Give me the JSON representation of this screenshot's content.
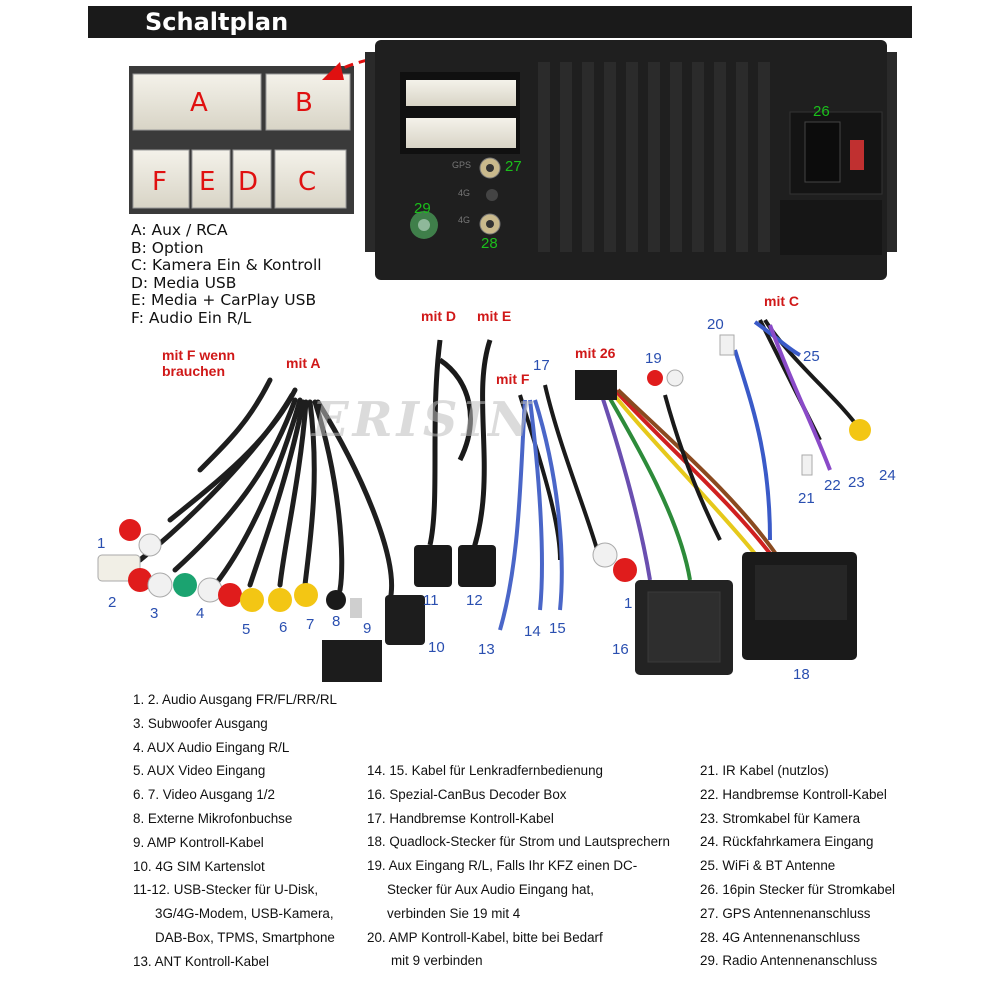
{
  "header": {
    "title": "Schaltplan"
  },
  "connector_letters": [
    "A",
    "B",
    "F",
    "E",
    "D",
    "C"
  ],
  "connector_legend": [
    "A: Aux / RCA",
    "B: Option",
    "C: Kamera Ein & Kontroll",
    "D: Media USB",
    "E: Media + CarPlay USB",
    "F: Audio Ein R/L"
  ],
  "port_labels": {
    "l26": "26",
    "l27": "27",
    "l28": "28",
    "l29": "29",
    "port_gps": "GPS",
    "port_4g_top": "4G",
    "port_4g_bottom": "4G"
  },
  "watermark": "ERISIN",
  "callouts": {
    "mit_f_wenn": "mit  F wenn",
    "brauchen": "brauchen",
    "mit_a": "mit A",
    "mit_d": "mit D",
    "mit_e": "mit E",
    "mit_f": "mit F",
    "mit_26": "mit 26",
    "mit_c": "mit C"
  },
  "number_labels": {
    "n1": "1",
    "n2": "2",
    "n3": "3",
    "n4": "4",
    "n5": "5",
    "n6": "6",
    "n7": "7",
    "n8": "8",
    "n9": "9",
    "n10": "10",
    "n11": "11",
    "n12": "12",
    "n13": "13",
    "n14": "14",
    "n15": "15",
    "n16": "16",
    "n17": "17",
    "n18": "18",
    "n19": "19",
    "n20": "20",
    "n21": "21",
    "n22": "22",
    "n23": "23",
    "n24": "24",
    "n25": "25",
    "n1b": "1"
  },
  "descriptions": {
    "col1": [
      "1. 2. Audio Ausgang FR/FL/RR/RL",
      "3. Subwoofer Ausgang",
      "4. AUX Audio Eingang R/L",
      "5. AUX Video Eingang",
      "6. 7. Video Ausgang 1/2",
      "8. Externe Mikrofonbuchse",
      "9. AMP Kontroll-Kabel",
      "10. 4G SIM Kartenslot",
      "11-12. USB-Stecker für U-Disk,",
      "3G/4G-Modem, USB-Kamera,",
      "DAB-Box, TPMS, Smartphone",
      "13. ANT Kontroll-Kabel"
    ],
    "col2": [
      "14. 15. Kabel für Lenkradfernbedienung",
      "16. Spezial-CanBus Decoder Box",
      "17. Handbremse Kontroll-Kabel",
      "18. Quadlock-Stecker für Strom und Lautsprechern",
      "19. Aux Eingang R/L, Falls Ihr KFZ einen DC-",
      "Stecker für Aux Audio Eingang hat,",
      "verbinden Sie 19 mit 4",
      "20. AMP Kontroll-Kabel, bitte bei Bedarf",
      "mit 9 verbinden"
    ],
    "col3": [
      "21. IR Kabel (nutzlos)",
      "22. Handbremse Kontroll-Kabel",
      "23. Stromkabel für Kamera",
      "24. Rückfahrkamera Eingang",
      "25. WiFi & BT Antenne",
      "26. 16pin Stecker für Stromkabel",
      "27. GPS Antennenanschluss",
      "28. 4G Antennenanschluss",
      "29. Radio Antennenanschluss"
    ]
  },
  "colors": {
    "title_bg": "#1a1a1a",
    "letter_red": "#e01010",
    "callout_red": "#d01818",
    "number_blue": "#2a4fb0",
    "port_green": "#1bbf1b"
  }
}
